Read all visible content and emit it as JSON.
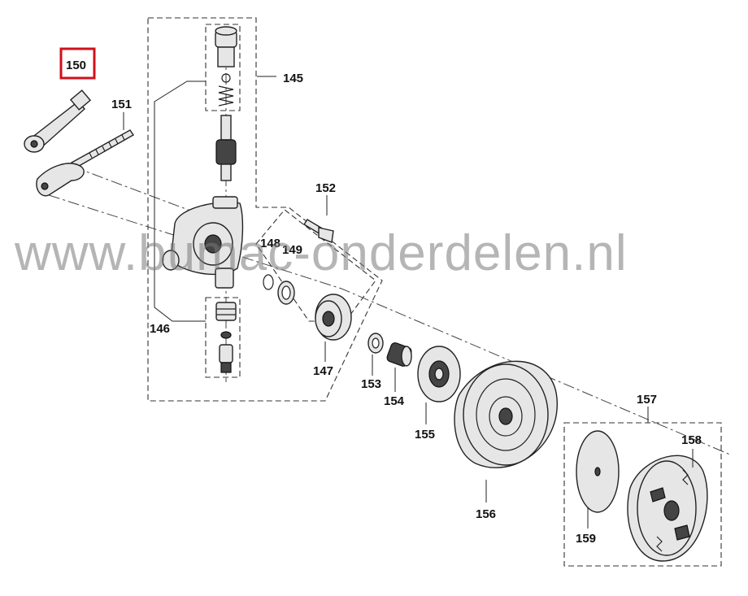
{
  "watermark": "www.bumac-onderdelen.nl",
  "highlight_color": "#d0111b",
  "callouts": {
    "p145": "145",
    "p146": "146",
    "p147": "147",
    "p148": "148",
    "p149": "149",
    "p150": "150",
    "p151": "151",
    "p152": "152",
    "p153": "153",
    "p154": "154",
    "p155": "155",
    "p156": "156",
    "p157": "157",
    "p158": "158",
    "p159": "159"
  },
  "highlighted_callout": "150"
}
